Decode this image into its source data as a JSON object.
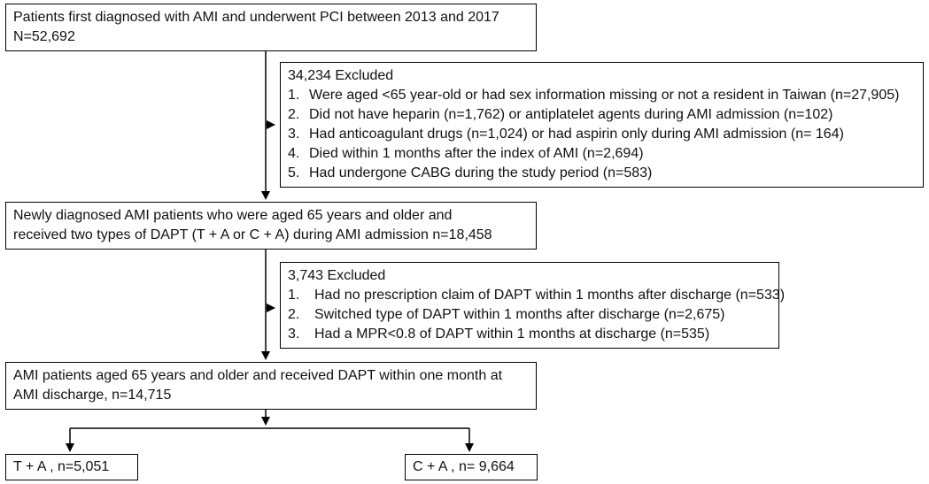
{
  "boxes": {
    "start": {
      "line1": "Patients first diagnosed with AMI and underwent PCI between 2013 and 2017",
      "line2": "N=52,692"
    },
    "exclusion1": {
      "header": "34,234 Excluded",
      "items": [
        {
          "num": "1.",
          "text": "Were aged <65 year-old or had sex information missing or not a resident in Taiwan (n=27,905)"
        },
        {
          "num": "2.",
          "text": "Did not have heparin (n=1,762) or antiplatelet agents during AMI admission (n=102)"
        },
        {
          "num": "3.",
          "text": "Had anticoagulant drugs (n=1,024) or had aspirin only during AMI admission (n= 164)"
        },
        {
          "num": "4.",
          "text": "Died within 1 months after the index of AMI (n=2,694)"
        },
        {
          "num": "5.",
          "text": "Had undergone CABG during the study period (n=583)"
        }
      ]
    },
    "newly": {
      "line1": "Newly diagnosed AMI patients who were aged 65 years and older and",
      "line2": "received two types of DAPT (T + A or C + A) during AMI admission n=18,458"
    },
    "exclusion2": {
      "header": "3,743 Excluded",
      "items": [
        {
          "num": "1.",
          "text": "Had no prescription claim of DAPT within 1 months after discharge (n=533)"
        },
        {
          "num": "2.",
          "text": "Switched type of DAPT within 1 months after  discharge (n=2,675)"
        },
        {
          "num": "3.",
          "text": "Had a MPR<0.8 of DAPT within 1 months at discharge (n=535)"
        }
      ]
    },
    "final": {
      "line1": "AMI patients aged 65 years and older and received DAPT within one month at",
      "line2": "AMI discharge, n=14,715"
    },
    "ta": {
      "label": "T + A , n=5,051"
    },
    "ca": {
      "label": "C + A , n=  9,664"
    }
  }
}
